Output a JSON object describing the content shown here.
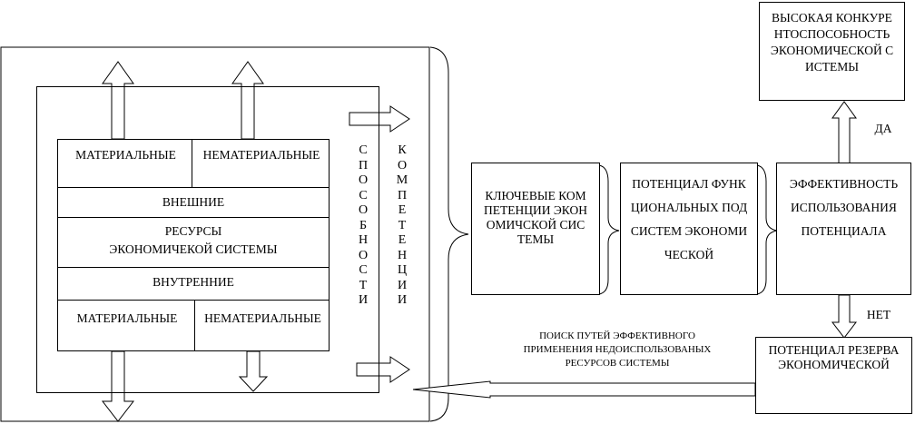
{
  "resources": {
    "top_material": "МАТЕРИАЛЬНЫЕ",
    "top_nonmaterial": "НЕМАТЕРИАЛЬНЫЕ",
    "external": "ВНЕШНИЕ",
    "title_line1": "РЕСУРСЫ",
    "title_line2": "ЭКОНОМИЧЕКОЙ СИСТЕМЫ",
    "internal": "ВНУТРЕННИЕ",
    "bottom_material": "МАТЕРИАЛЬНЫЕ",
    "bottom_nonmaterial": "НЕМАТЕРИАЛЬНЫЕ"
  },
  "vertical": {
    "abilities": "СПОСОБНОСТИ",
    "competences": "КОМПЕТЕНЦИИ"
  },
  "boxes": {
    "key_competences": "КЛЮЧЕВЫЕ КОМПЕТЕНЦИИ ЭКОНОМИЧСКОЙ СИСТЕМЫ",
    "functional_potential": "ПОТЕНЦИАЛ ФУНКЦИОНАЛЬНЫХ ПОДСИСТЕМ ЭКОНОМИЧЕСКОЙ",
    "efficiency": "ЭФФЕКТИВНОСТЬ ИСПОЛЬЗОВАНИЯ ПОТЕНЦИАЛА",
    "high_competitiveness": "ВЫСОКАЯ КОНКУРЕНТОСПОСОБНОСТЬ ЭКОНОМИЧЕСКОЙ СИСТЕМЫ",
    "reserve_potential": "ПОТЕНЦИАЛ РЕЗЕРВА ЭКОНОМИЧЕСКОЙ"
  },
  "labels": {
    "yes": "ДА",
    "no": "НЕТ",
    "search_line1": "ПОИСК ПУТЕЙ ЭФФЕКТИВНОГО",
    "search_line2": "ПРИМЕНЕНИЯ НЕДОИСПОЛЬЗОВАНЫХ",
    "search_line3": "РЕСУРСОВ СИСТЕМЫ"
  }
}
